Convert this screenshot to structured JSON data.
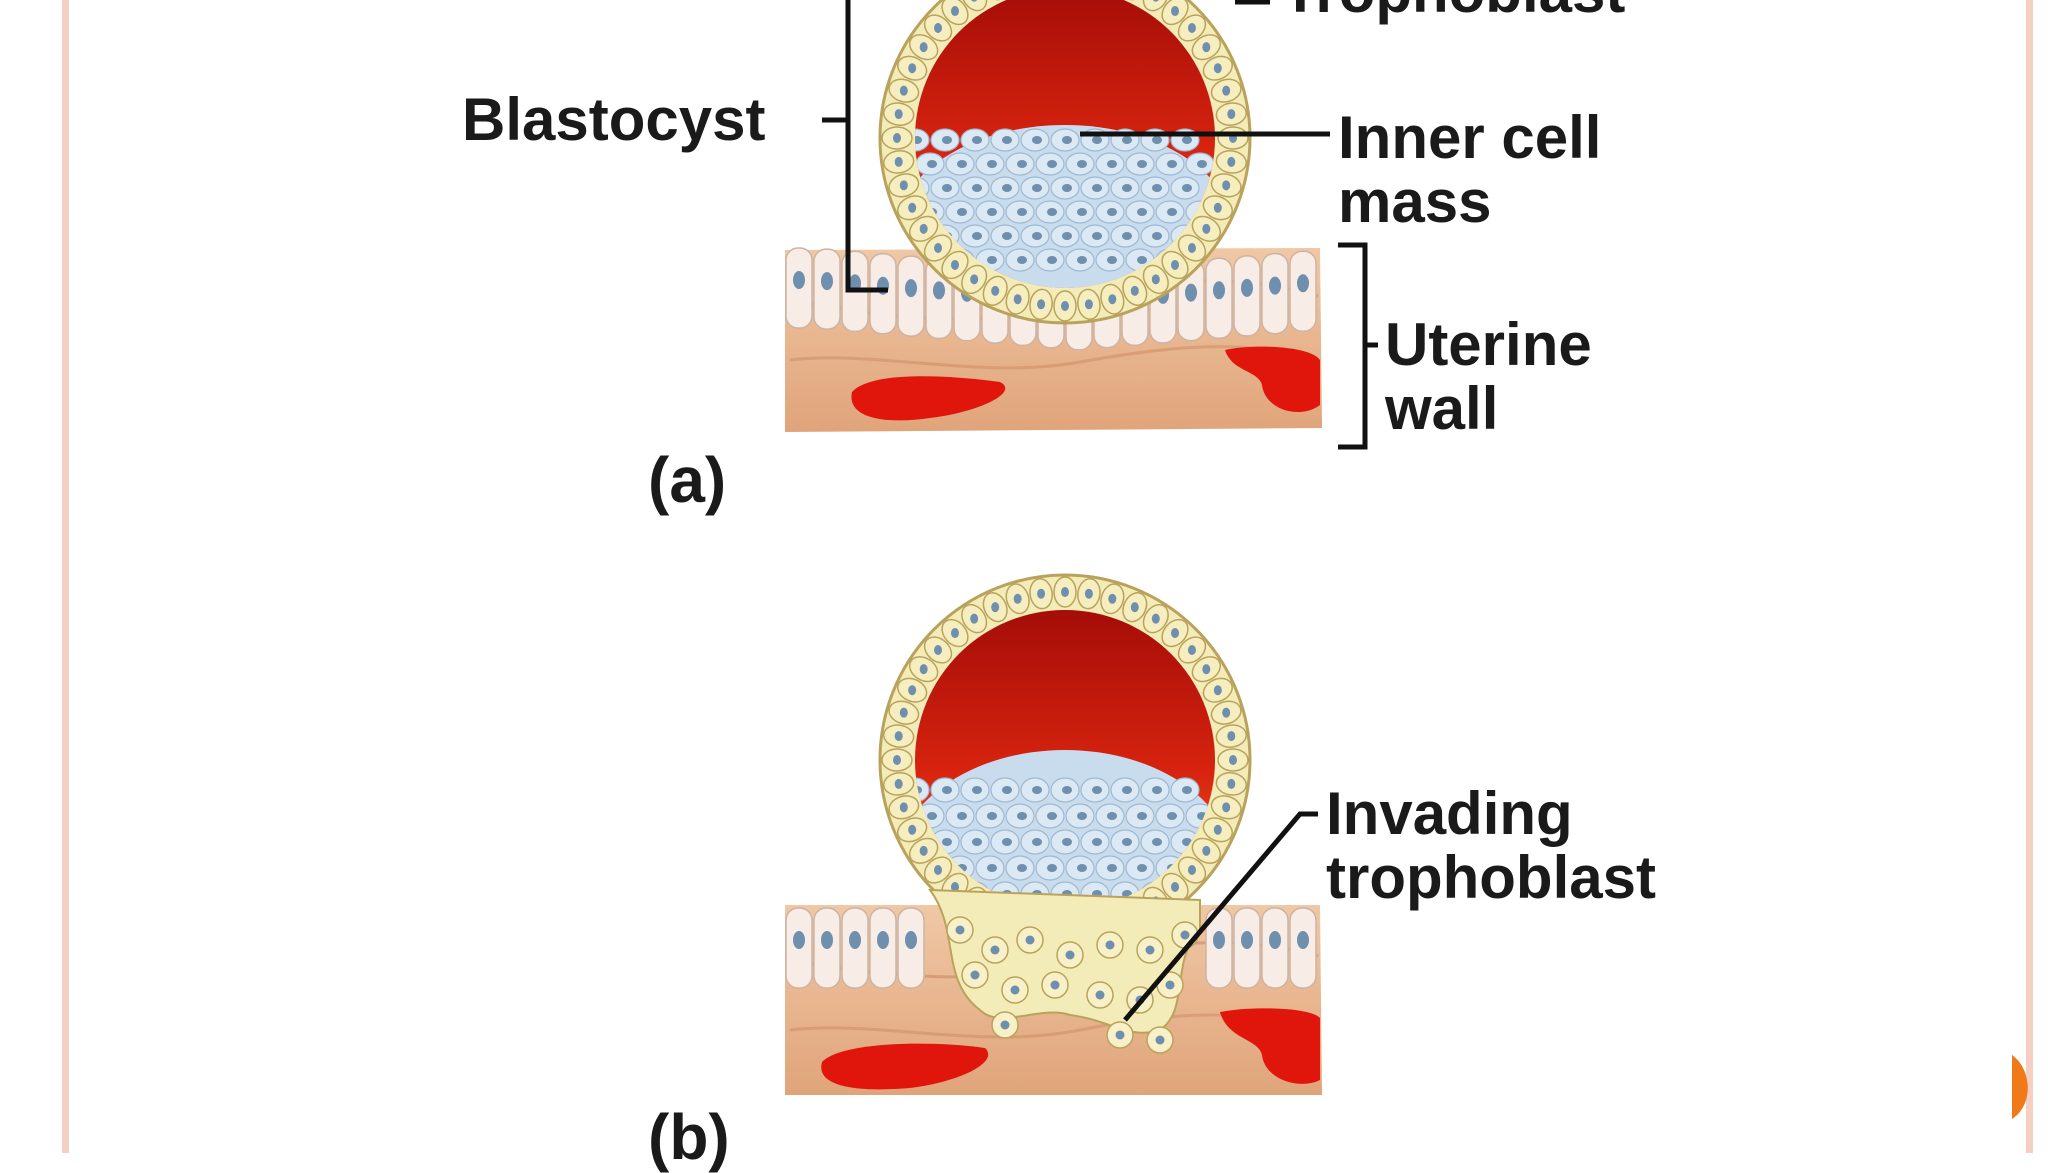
{
  "labels": {
    "trophoblast_top": "Trophoblast",
    "blastocyst": "Blastocyst",
    "inner_cell_mass_line1": "Inner cell",
    "inner_cell_mass_line2": "mass",
    "uterine_wall_line1": "Uterine",
    "uterine_wall_line2": "wall",
    "panel_a": "(a)",
    "invading_trophoblast_line1": "Invading",
    "invading_trophoblast_line2": "trophoblast",
    "panel_b": "(b)"
  },
  "colors": {
    "frame": "#f6cfc3",
    "blastocoel_red": "#c0160e",
    "trophoblast_yellow": "#f2e7a6",
    "inner_cell_blue": "#bfd6ea",
    "uterine_tissue": "#e6b48e",
    "blood_red": "#e0150b",
    "accent_orange": "#f07a1a"
  },
  "icons": {
    "nav": "next-slide-arrow-icon"
  }
}
